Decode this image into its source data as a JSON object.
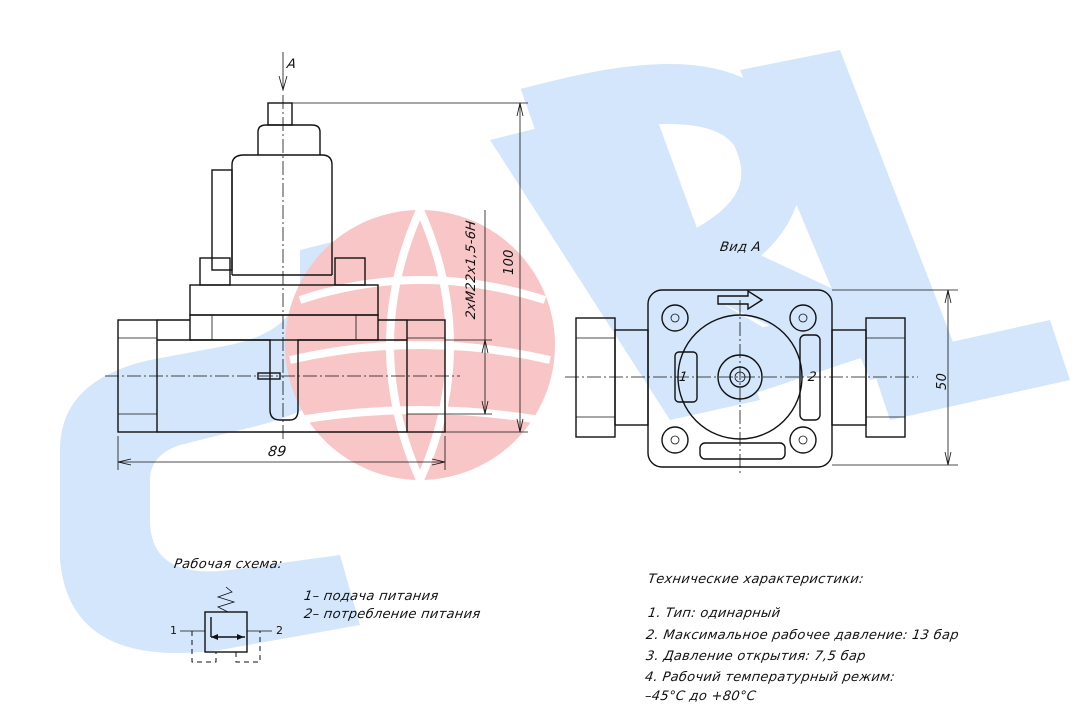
{
  "watermark": {
    "text": "SORL",
    "blue": "#d4e6fb",
    "red": "#f8c6c6"
  },
  "front_view": {
    "section_label": "A",
    "dim_height": "100",
    "dim_width": "89",
    "thread_label": "2xM22x1,5-6H"
  },
  "side_view": {
    "title": "Вид А",
    "dim_height": "50",
    "port_1": "1",
    "port_2": "2"
  },
  "scheme": {
    "title": "Рабочая схема:",
    "port_1": "1",
    "port_2": "2",
    "legend": [
      "1– подача питания",
      "2– потребление питания"
    ]
  },
  "specs": {
    "title": "Технические характеристики:",
    "items": [
      "1. Тип: одинарный",
      "2. Максимальное рабочее давление: 13 бар",
      "3. Давление открытия: 7,5 бар",
      "4. Рабочий температурный режим:",
      "–45°С до +80°С"
    ]
  }
}
